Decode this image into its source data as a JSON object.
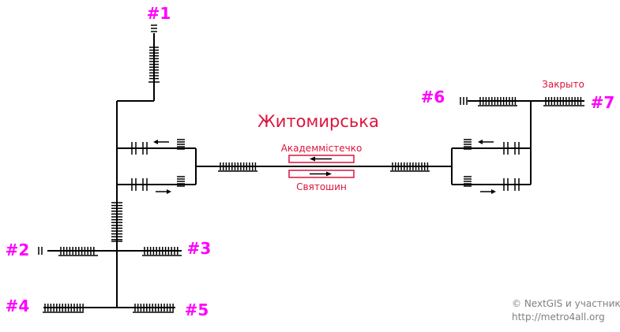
{
  "station": {
    "name": "Житомирська"
  },
  "platform": {
    "upper_label": "Академмістечко",
    "lower_label": "Святошин"
  },
  "exits": [
    {
      "id": "1",
      "label": "#1"
    },
    {
      "id": "2",
      "label": "#2"
    },
    {
      "id": "3",
      "label": "#3"
    },
    {
      "id": "4",
      "label": "#4"
    },
    {
      "id": "5",
      "label": "#5"
    },
    {
      "id": "6",
      "label": "#6"
    },
    {
      "id": "7",
      "label": "#7",
      "status": "Закрыто"
    }
  ],
  "credits": {
    "line1": "© NextGIS и участники",
    "line2": "http://metro4all.org"
  },
  "colors": {
    "exit_label": "#ff00ff",
    "accent_red": "#dc143c",
    "credit_bg": "#ffffff",
    "credit_text": "#808080"
  }
}
